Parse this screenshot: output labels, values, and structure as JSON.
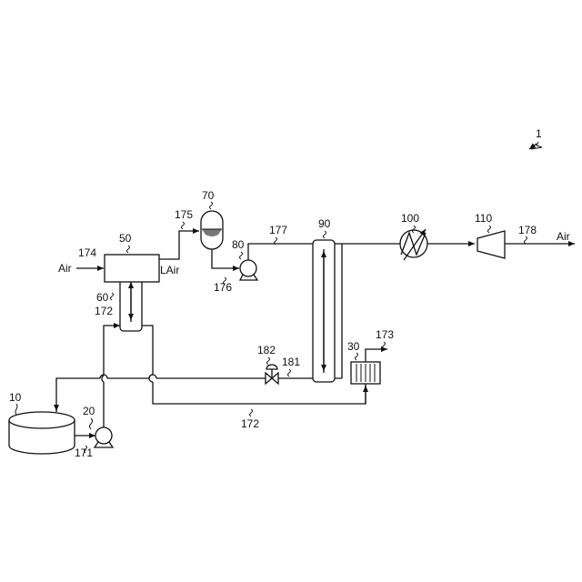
{
  "figure_number": "1",
  "components": {
    "tank": "10",
    "pump_main": "20",
    "unit_30": "30",
    "column_50": "50",
    "exchanger_60": "60",
    "separator_70": "70",
    "pump_80": "80",
    "exchanger_90": "90",
    "heater_100": "100",
    "turbine_110": "110"
  },
  "lines": {
    "l171": "171",
    "l172_a": "172",
    "l172_b": "172",
    "l173": "173",
    "l174": "174",
    "l175": "175",
    "l176": "176",
    "l177": "177",
    "l178": "178",
    "l181": "181",
    "l182": "182"
  },
  "streams": {
    "air_in": "Air",
    "liquid_air": "LAir",
    "air_out": "Air"
  }
}
